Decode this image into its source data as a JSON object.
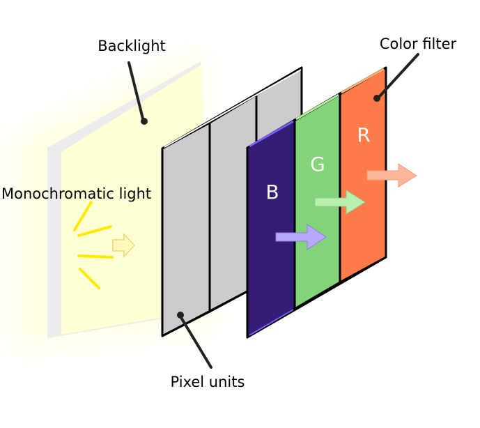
{
  "labels": {
    "backlight": "Backlight",
    "color_filter": "Color filter",
    "monochromatic_light": "Monochromatic light",
    "pixel_units": "Pixel units"
  },
  "filters": {
    "blue": "B",
    "green": "G",
    "red": "R"
  },
  "colors": {
    "backlight": "#ffffd6",
    "backlight_edge": "#ececec",
    "pixel_unit": "#cccccc",
    "blue_filter": "#351c75",
    "blue_edge": "#7b5cff",
    "green_filter": "#82d37a",
    "green_edge": "#b9f0a8",
    "red_filter": "#ff7b47",
    "red_edge": "#ffb070",
    "ray": "#ffea00",
    "arrow_light": "#fff8bf",
    "arrow_blue": "#b7a8ff",
    "arrow_green": "#b9f0b0",
    "arrow_red": "#ffb59a"
  }
}
